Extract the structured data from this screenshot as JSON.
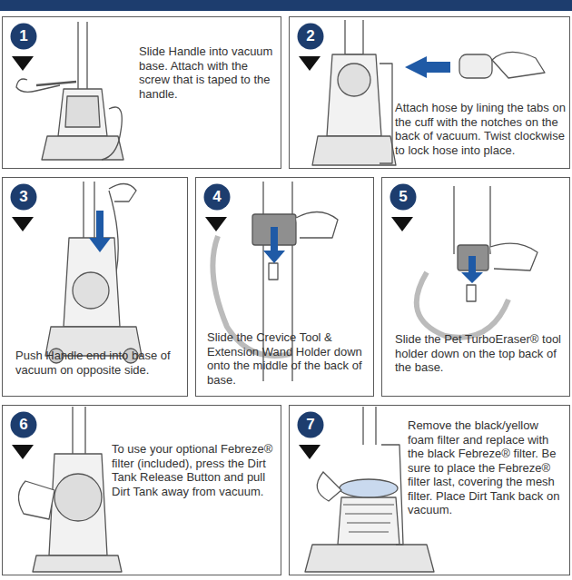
{
  "diagram": {
    "nodes": [
      {
        "text": [
          "Slide Handle into vacuum base. Attach with the screw that is taped to the handle."
        ]
      },
      {
        "text": [
          "1"
        ],
        "in": 0
      },
      {
        "text": [
          "Attach hose by lining the tabs on the cuff with the notches on the back of vacuum. Twist clockwise to lock hose into place."
        ]
      },
      {
        "text": [
          "2"
        ],
        "in": 2
      },
      {
        "text": [
          "Push Handle end into base of vacuum on opposite side."
        ]
      },
      {
        "text": [
          "3"
        ],
        "in": 4
      },
      {
        "text": [
          "Slide the Crevice Tool & Extension Wand Holder down onto the middle of the back of base."
        ]
      },
      {
        "text": [
          "4"
        ],
        "in": 6
      },
      {
        "text": [
          "Slide the Pet TurboEraser® tool holder down on the top back of the base."
        ]
      },
      {
        "text": [
          "5"
        ],
        "in": 8
      },
      {
        "text": [
          "To use your optional Febreze® filter (included), press the Dirt Tank Release Button and pull Dirt Tank away from vacuum."
        ]
      },
      {
        "text": [
          "6"
        ],
        "in": 10
      },
      {
        "text": [
          "Remove the black/yellow foam filter and replace with the black Febreze® filter. Be sure to place the Febreze® filter last, covering the mesh filter. Place Dirt Tank back on vacuum."
        ]
      },
      {
        "text": [
          "7"
        ],
        "in": 12
      }
    ]
  }
}
